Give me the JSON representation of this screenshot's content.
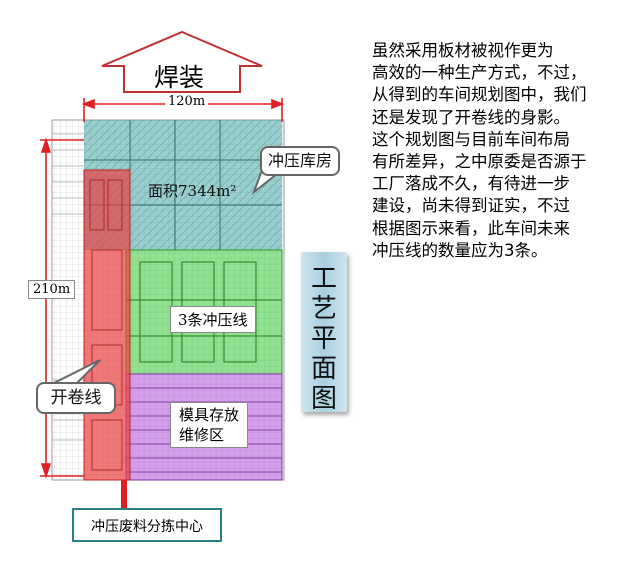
{
  "top_arrow": {
    "label": "焊装"
  },
  "dimensions": {
    "width": "120m",
    "height": "210m"
  },
  "zones": {
    "stamping_warehouse": {
      "label": "冲压库房",
      "area": "面积7344m²"
    },
    "press_lines": {
      "label": "3条冲压线"
    },
    "die_storage": {
      "line1": "模具存放",
      "line2": "维修区"
    },
    "uncoiling": {
      "label": "开卷线"
    },
    "scrap_center": {
      "label": "冲压废料分拣中心"
    }
  },
  "side_title": [
    "工",
    "艺",
    "平",
    "面",
    "图"
  ],
  "description": [
    "虽然采用板材被视作更为",
    "高效的一种生产方式，不过，",
    "从得到的车间规划图中，我们",
    "还是发现了开卷线的身影。",
    "这个规划图与目前车间布局",
    "有所差异，之中原委是否源于",
    "工厂落成不久，有待进一步",
    "建设，尚未得到证实，不过",
    "根据图示来看，此车间未来",
    "冲压线的数量应为3条。"
  ],
  "colors": {
    "warehouse": "#49a8a8",
    "press": "#38c838",
    "die": "#b050d8",
    "uncoil": "#e84040",
    "dim": "#e02020",
    "scrap_border": "#2a7e86"
  }
}
